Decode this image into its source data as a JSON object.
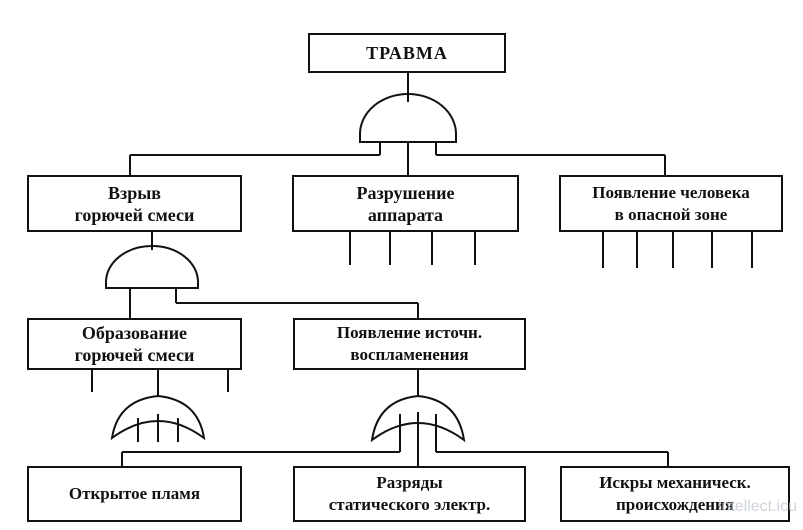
{
  "diagram": {
    "top_event": "ТРАВМА",
    "level2": {
      "explosion": "Взрыв\nгорючей  смеси",
      "destruction": "Разрушение\nаппарата",
      "person": "Появление человека\nв опасной зоне"
    },
    "level3": {
      "formation": "Образование\nгорючей  смеси",
      "ignition": "Появление источн.\nвоспламенения"
    },
    "level4": {
      "flame": "Открытое  пламя",
      "static": "Разряды\nстатического электр.",
      "sparks": "Искры механическ.\nпроисхождения"
    }
  },
  "watermark": "intellect.icu",
  "colors": {
    "line": "#111111",
    "background": "#ffffff"
  }
}
